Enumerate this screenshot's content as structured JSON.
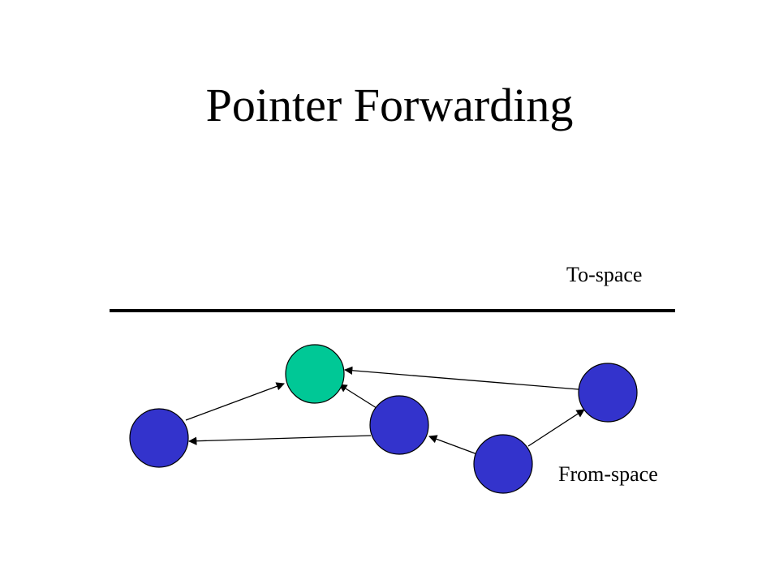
{
  "slide": {
    "title": "Pointer Forwarding"
  },
  "diagram": {
    "labels": {
      "to_space": "To-space",
      "from_space": "From-space"
    },
    "colors": {
      "forwarded_node": "#00c896",
      "from_space_node": "#3333cc",
      "divider": "#000000",
      "arrow": "#000000"
    }
  }
}
